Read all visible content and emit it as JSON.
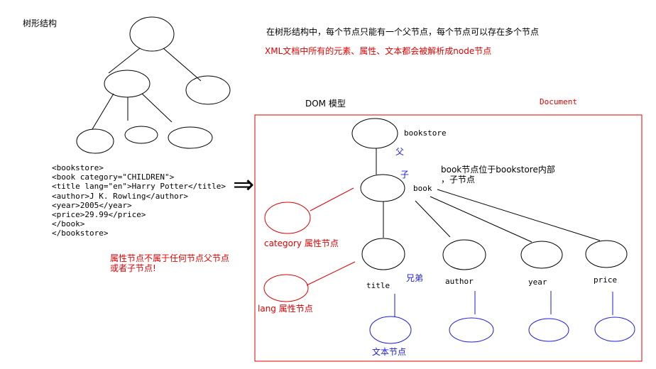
{
  "tree_title": "树形结构",
  "desc_line1": "在树形结构中，每个节点只能有一个父节点，每个节点可以存在多个节点",
  "desc_line2": "XML文档中所有的元素、属性、文本都会被解析成node节点",
  "dom_title": "DOM 模型",
  "document_label": "Document",
  "xml_lines": [
    "<bookstore>",
    "<book category=\"CHILDREN\">",
    "<title lang=\"en\">Harry Potter</title>",
    "<author>J K. Rowling</author>",
    "<year>2005</year>",
    "<price>29.99</price>",
    "</book>",
    "</bookstore>"
  ],
  "arrow_symbol": "⇒",
  "attr_note_line1": "属性节点不属于任何节点父节点",
  "attr_note_line2": "或者子节点!",
  "nodes": {
    "bookstore": "bookstore",
    "book": "book",
    "title": "title",
    "author": "author",
    "year": "year",
    "price": "price"
  },
  "parent_label": "父",
  "child_label": "子",
  "book_note_line1": "book节点位于bookstore内部",
  "book_note_line2": "，子节点",
  "category_label": "category 属性节点",
  "lang_label": "lang 属性节点",
  "sibling_label": "兄弟",
  "text_node_label": "文本节点",
  "colors": {
    "red": "#e00000",
    "blue": "#1a1adf",
    "black": "#000000"
  }
}
